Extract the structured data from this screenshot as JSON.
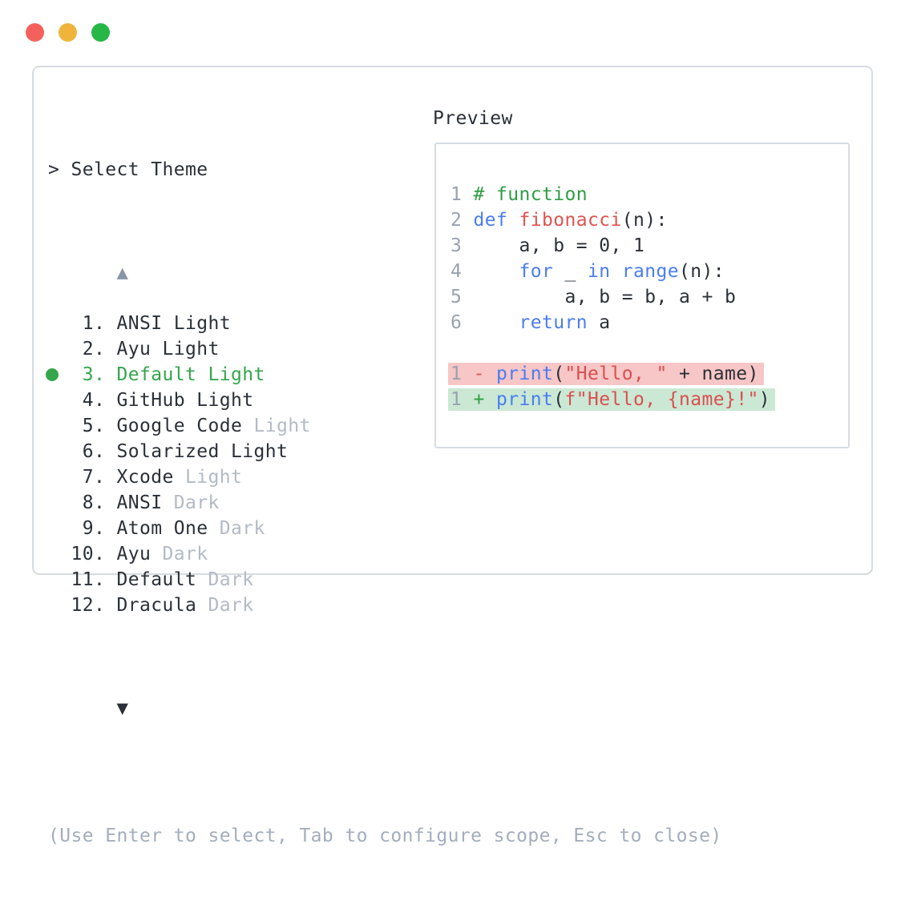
{
  "colors": {
    "accent_green": "#34a64c",
    "text_dark": "#2b3038",
    "text_muted": "#b3bac6",
    "text_help": "#a4adbd",
    "panel_border": "#d7dbe2",
    "line_number": "#9aa1ae",
    "code_comment_green": "#2f9e44",
    "code_keyword_blue": "#4a7df2",
    "code_function_red": "#df5450",
    "code_string_red": "#d94f4f",
    "diff_deleted_bg": "#f7c6c6",
    "diff_added_bg": "#cbe8d4",
    "scroll_up_arrow": "#8b95a7",
    "traffic_red": "#f4615c",
    "traffic_yellow": "#f0b43d",
    "traffic_green": "#27b747"
  },
  "window": {
    "controls": [
      {
        "name": "close-button",
        "color": "#f4615c"
      },
      {
        "name": "minimize-button",
        "color": "#f0b43d"
      },
      {
        "name": "maximize-button",
        "color": "#27b747"
      }
    ]
  },
  "theme_picker": {
    "prompt": "> Select Theme",
    "scroll_up": "▲",
    "scroll_down": "▼",
    "items": [
      {
        "number": "   1. ",
        "name": "ANSI Light",
        "variant": "",
        "selected": false
      },
      {
        "number": "   2. ",
        "name": "Ayu Light",
        "variant": "",
        "selected": false
      },
      {
        "number": "   3. ",
        "name": "Default Light",
        "variant": "",
        "selected": true
      },
      {
        "number": "   4. ",
        "name": "GitHub Light",
        "variant": "",
        "selected": false
      },
      {
        "number": "   5. ",
        "name": "Google Code",
        "variant": "Light",
        "selected": false
      },
      {
        "number": "   6. ",
        "name": "Solarized Light",
        "variant": "",
        "selected": false
      },
      {
        "number": "   7. ",
        "name": "Xcode",
        "variant": "Light",
        "selected": false
      },
      {
        "number": "   8. ",
        "name": "ANSI",
        "variant": "Dark",
        "selected": false
      },
      {
        "number": "   9. ",
        "name": "Atom One",
        "variant": "Dark",
        "selected": false
      },
      {
        "number": "  10. ",
        "name": "Ayu",
        "variant": "Dark",
        "selected": false
      },
      {
        "number": "  11. ",
        "name": "Default",
        "variant": "Dark",
        "selected": false
      },
      {
        "number": "  12. ",
        "name": "Dracula",
        "variant": "Dark",
        "selected": false
      }
    ],
    "help_text": "(Use Enter to select, Tab to configure scope, Esc to close)"
  },
  "preview": {
    "label": "Preview",
    "lines": [
      {
        "bg": "",
        "tokens": [
          {
            "t": "1 ",
            "c": "ln"
          },
          {
            "t": "# function",
            "c": "comment"
          }
        ]
      },
      {
        "bg": "",
        "tokens": [
          {
            "t": "2 ",
            "c": "ln"
          },
          {
            "t": "def",
            "c": "kw"
          },
          {
            "t": " ",
            "c": "pl"
          },
          {
            "t": "fibonacci",
            "c": "fn"
          },
          {
            "t": "(n):",
            "c": "pl"
          }
        ]
      },
      {
        "bg": "",
        "tokens": [
          {
            "t": "3 ",
            "c": "ln"
          },
          {
            "t": "    a, b = 0, 1",
            "c": "pl"
          }
        ]
      },
      {
        "bg": "",
        "tokens": [
          {
            "t": "4 ",
            "c": "ln"
          },
          {
            "t": "    ",
            "c": "pl"
          },
          {
            "t": "for",
            "c": "kw"
          },
          {
            "t": " _ ",
            "c": "pl"
          },
          {
            "t": "in",
            "c": "kw"
          },
          {
            "t": " ",
            "c": "pl"
          },
          {
            "t": "range",
            "c": "kw"
          },
          {
            "t": "(n):",
            "c": "pl"
          }
        ]
      },
      {
        "bg": "",
        "tokens": [
          {
            "t": "5 ",
            "c": "ln"
          },
          {
            "t": "        a, b = b, a + b",
            "c": "pl"
          }
        ]
      },
      {
        "bg": "",
        "tokens": [
          {
            "t": "6 ",
            "c": "ln"
          },
          {
            "t": "    ",
            "c": "pl"
          },
          {
            "t": "return",
            "c": "kw"
          },
          {
            "t": " a",
            "c": "pl"
          }
        ]
      },
      {
        "bg": "",
        "tokens": []
      },
      {
        "bg": "del",
        "tokens": [
          {
            "t": "1 ",
            "c": "ln"
          },
          {
            "t": "- ",
            "c": "del"
          },
          {
            "t": "print",
            "c": "kw"
          },
          {
            "t": "(",
            "c": "pl"
          },
          {
            "t": "\"Hello, \"",
            "c": "str"
          },
          {
            "t": " + name)",
            "c": "pl"
          }
        ]
      },
      {
        "bg": "add",
        "tokens": [
          {
            "t": "1 ",
            "c": "ln"
          },
          {
            "t": "+ ",
            "c": "add"
          },
          {
            "t": "print",
            "c": "kw"
          },
          {
            "t": "(",
            "c": "pl"
          },
          {
            "t": "f\"Hello, {name}!\"",
            "c": "str"
          },
          {
            "t": ")",
            "c": "pl"
          }
        ]
      }
    ]
  }
}
